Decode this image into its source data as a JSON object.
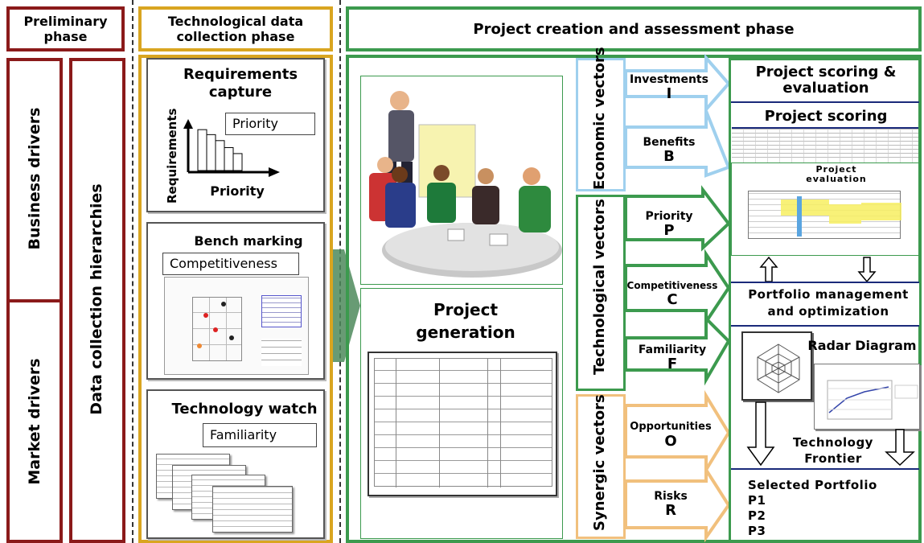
{
  "phases": {
    "preliminary": "Preliminary phase",
    "tech_data": "Technological data collection phase",
    "project_creation": "Project creation and assessment phase"
  },
  "drivers": {
    "business": "Business drivers",
    "market": "Market drivers",
    "hierarchies": "Data collection hierarchies"
  },
  "tech_panels": {
    "requirements": {
      "title": "Requirements capture",
      "priority_box": "Priority",
      "ylabel": "Requirements",
      "xlabel": "Priority",
      "bars": [
        0.82,
        0.72,
        0.6,
        0.46,
        0.34
      ]
    },
    "benchmarking": {
      "title": "Bench marking",
      "box": "Competitiveness"
    },
    "watch": {
      "title": "Technology watch",
      "box": "Familiarity"
    }
  },
  "project_generation": "Project generation",
  "vector_groups": {
    "economic": "Economic vectors",
    "technological": "Technological vectors",
    "synergic": "Synergic vectors"
  },
  "vectors": [
    {
      "label": "Investments",
      "letter": "I"
    },
    {
      "label": "Benefits",
      "letter": "B"
    },
    {
      "label": "Priority",
      "letter": "P"
    },
    {
      "label": "Competitiveness",
      "letter": "C"
    },
    {
      "label": "Familiarity",
      "letter": "F"
    },
    {
      "label": "Opportunities",
      "letter": "O"
    },
    {
      "label": "Risks",
      "letter": "R"
    }
  ],
  "right": {
    "scoring_eval": "Project scoring & evaluation",
    "scoring": "Project scoring",
    "evaluation": "Project evaluation",
    "portfolio_mgmt": "Portfolio management and optimization",
    "radar": "Radar Diagram",
    "frontier": "Technology Frontier",
    "selected": "Selected Portfolio",
    "portfolio_items": [
      "P1",
      "P2",
      "P3"
    ]
  },
  "colors": {
    "dark_red": "#8b1a1a",
    "gold": "#d9a520",
    "green": "#3c9a4e",
    "light_blue": "#9fd0ee",
    "tan": "#f1c07d",
    "navy": "#1a2a7a"
  }
}
